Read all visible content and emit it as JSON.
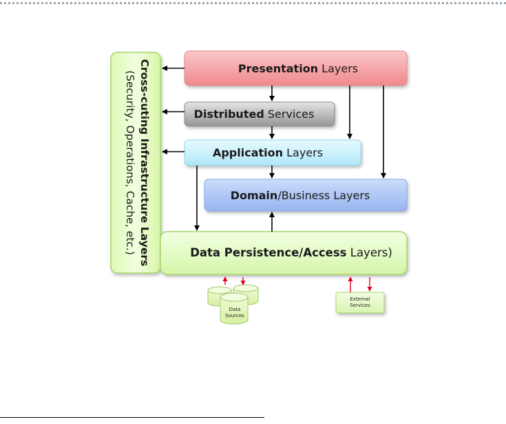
{
  "diagram": {
    "crosscut": {
      "line1": "Cross-cuting Infrastructure Layers",
      "line2": "(Security, Operations, Cache, etc.)"
    },
    "presentation": {
      "bold": "Presentation",
      "rest": " Layers"
    },
    "distributed": {
      "bold": "Distributed",
      "rest": " Services"
    },
    "application": {
      "bold": "Application",
      "rest": " Layers"
    },
    "domain": {
      "bold": "Domain",
      "rest": "/Business Layers"
    },
    "persistence": {
      "bold": "Data Persistence/Access",
      "rest": " Layers)"
    },
    "data_sources": {
      "line1": "Data",
      "line2": "Sources"
    },
    "external_services": {
      "line1": "External",
      "line2": "Services"
    }
  },
  "colors": {
    "crosscut_fill": "#e9fcc9",
    "presentation_fill": "#f39a9d",
    "distributed_fill": "#a9a9a9",
    "application_fill": "#c9f0fb",
    "domain_fill": "#a9c1f3",
    "persistence_fill": "#e6fcc9",
    "stroke_green": "#a6d46a",
    "arrow_black": "#000000",
    "arrow_red": "#e0001b"
  }
}
